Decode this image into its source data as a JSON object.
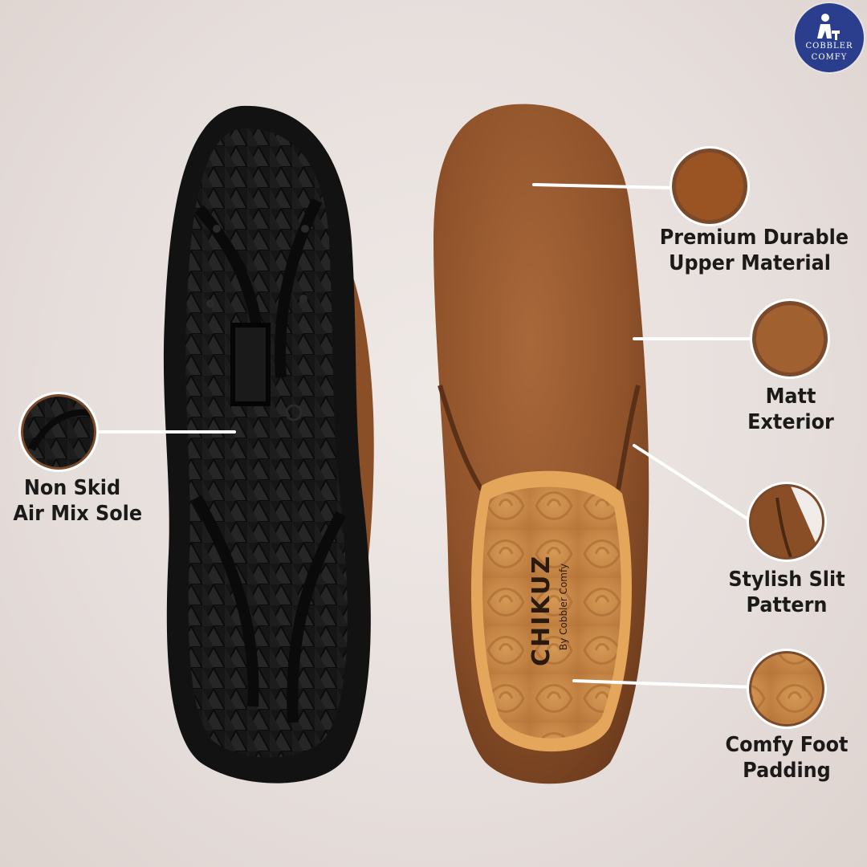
{
  "brand": {
    "logo_lines": [
      "COBBLER",
      "COMFY"
    ],
    "insole_brand": "CHIKUZ",
    "insole_tagline": "By Cobbler Comfy"
  },
  "callouts": [
    {
      "id": "sole",
      "line1": "Non Skid",
      "line2": "Air Mix Sole"
    },
    {
      "id": "upper",
      "line1": "Premium Durable",
      "line2": "Upper Material"
    },
    {
      "id": "exterior",
      "line1": "Matt",
      "line2": "Exterior"
    },
    {
      "id": "slit",
      "line1": "Stylish Slit",
      "line2": "Pattern"
    },
    {
      "id": "padding",
      "line1": "Comfy Foot",
      "line2": "Padding"
    }
  ],
  "colors": {
    "background": "#e8e0dd",
    "leather": "#9a5a2e",
    "sole": "#141414",
    "insole": "#c98a45",
    "logo": "#2b3e8e",
    "badge_ring": "#7a4a2a"
  }
}
